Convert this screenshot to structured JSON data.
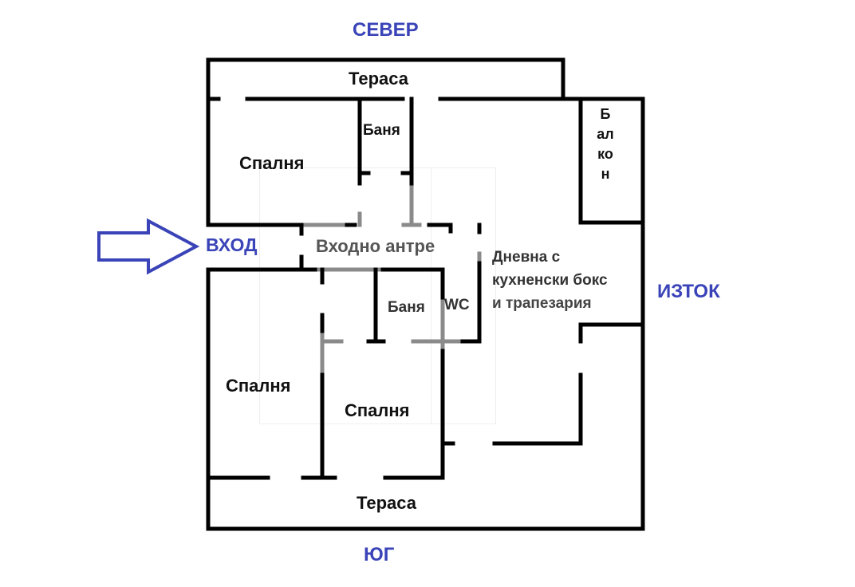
{
  "compass": {
    "north": "СЕВЕР",
    "south": "ЮГ",
    "east": "ИЗТОК",
    "entrance": "ВХОД"
  },
  "rooms": {
    "terrace_north": "Тераса",
    "bedroom_north": "Спалня",
    "bathroom_north": "Баня",
    "balcony": "Балкон",
    "entrance_hall": "Входно антре",
    "living_line1": "Дневна с",
    "living_line2": "кухненски бокс",
    "living_line3": "и трапезария",
    "bathroom_south": "Баня",
    "wc": "WC",
    "bedroom_southwest": "Спалня",
    "bedroom_south": "Спалня",
    "terrace_south": "Тераса"
  },
  "colors": {
    "compass_label": "#3a44b8",
    "arrow_outline": "#3a44b8",
    "walls": "#000000"
  },
  "icons": {
    "entrance_arrow": "arrow-right-outline"
  }
}
